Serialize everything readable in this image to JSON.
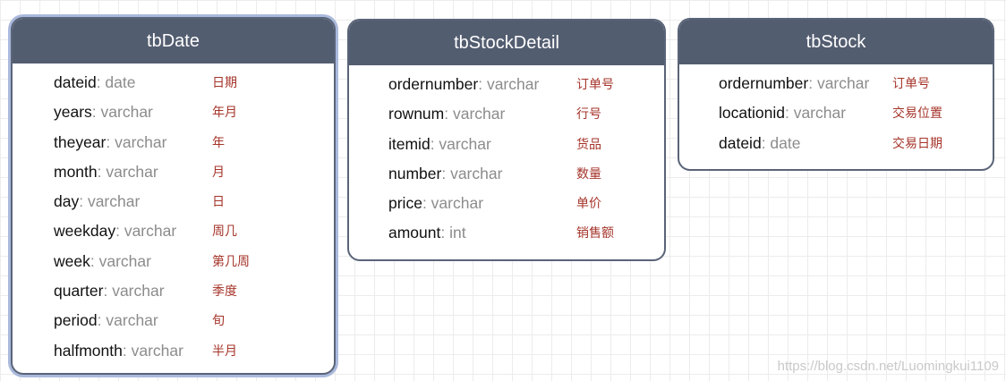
{
  "tables": [
    {
      "title": "tbDate",
      "fields": [
        {
          "name": "dateid",
          "type": "date",
          "comment": "日期"
        },
        {
          "name": "years",
          "type": "varchar",
          "comment": "年月"
        },
        {
          "name": "theyear",
          "type": "varchar",
          "comment": "年"
        },
        {
          "name": "month",
          "type": "varchar",
          "comment": "月"
        },
        {
          "name": "day",
          "type": "varchar",
          "comment": "日"
        },
        {
          "name": "weekday",
          "type": "varchar",
          "comment": "周几"
        },
        {
          "name": "week",
          "type": "varchar",
          "comment": "第几周"
        },
        {
          "name": "quarter",
          "type": "varchar",
          "comment": "季度"
        },
        {
          "name": "period",
          "type": "varchar",
          "comment": "旬"
        },
        {
          "name": "halfmonth",
          "type": "varchar",
          "comment": "半月"
        }
      ]
    },
    {
      "title": "tbStockDetail",
      "fields": [
        {
          "name": "ordernumber",
          "type": "varchar",
          "comment": "订单号"
        },
        {
          "name": "rownum",
          "type": "varchar",
          "comment": "行号"
        },
        {
          "name": "itemid",
          "type": "varchar",
          "comment": "货品"
        },
        {
          "name": "number",
          "type": "varchar",
          "comment": "数量"
        },
        {
          "name": "price",
          "type": "varchar",
          "comment": "单价"
        },
        {
          "name": "amount",
          "type": "int",
          "comment": "销售额"
        }
      ]
    },
    {
      "title": "tbStock",
      "fields": [
        {
          "name": "ordernumber",
          "type": "varchar",
          "comment": "订单号"
        },
        {
          "name": "locationid",
          "type": "varchar",
          "comment": "交易位置"
        },
        {
          "name": "dateid",
          "type": "date",
          "comment": "交易日期"
        }
      ]
    }
  ],
  "separator": ": ",
  "watermark": "https://blog.csdn.net/Luomingkui1109",
  "colors": {
    "header_bg": "#535d70",
    "border": "#5a6478",
    "selection_glow": "#aab9dc",
    "field_name": "#111111",
    "field_type": "#8c8c8c",
    "comment": "#a5342a"
  }
}
